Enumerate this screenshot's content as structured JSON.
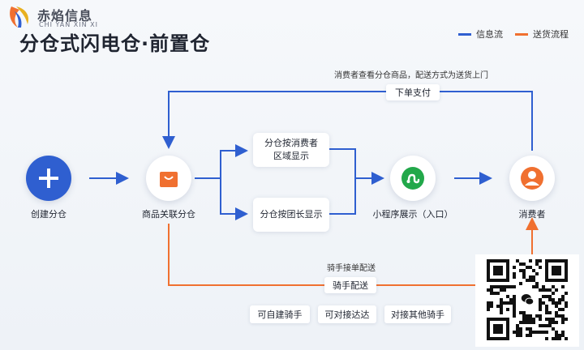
{
  "header": {
    "logo_cn": "赤焰信息",
    "logo_en": "CHI YAN XIN XI",
    "title": "分仓式闪电仓·前置仓"
  },
  "legend": [
    {
      "label": "信息流",
      "color": "#2f5fd0"
    },
    {
      "label": "送货流程",
      "color": "#f07030"
    }
  ],
  "nodes": {
    "create": "创建分仓",
    "goods": "商品关联分仓",
    "mini": "小程序展示（入口）",
    "consumer": "消费者"
  },
  "boxes": {
    "by_consumer_line1": "分仓按消费者",
    "by_consumer_line2": "区域显示",
    "by_leader": "分仓按团长显示"
  },
  "top_flow": {
    "note": "消费者查看分仓商品，配送方式为送货上门",
    "tag": "下单支付"
  },
  "bottom_flow": {
    "note": "骑手接单配送",
    "tag": "骑手配送"
  },
  "rider_options": [
    "可自建骑手",
    "可对接达达",
    "对接其他骑手"
  ],
  "icons": {
    "create": "plus-icon",
    "goods": "shopping-bag-icon",
    "mini": "mini-program-icon",
    "consumer": "user-icon",
    "qr": "qr-code",
    "wechat": "wechat-icon"
  },
  "colors": {
    "info": "#2f5fd0",
    "delivery": "#f07030",
    "create_bg": "#2f5fd0",
    "goods": "#f07030",
    "mini": "#22a84a",
    "consumer": "#f07030"
  }
}
